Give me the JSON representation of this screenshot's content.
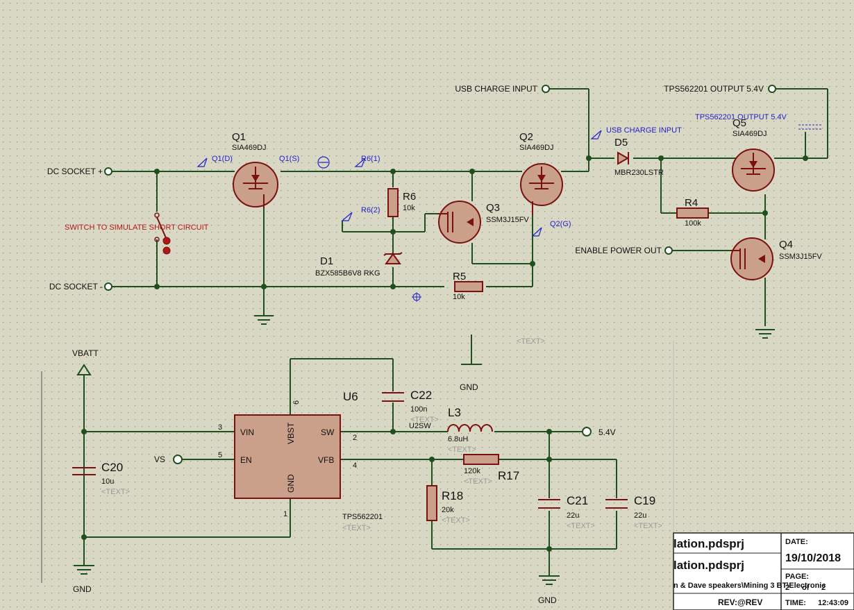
{
  "colors": {
    "background": "#d9d8c4",
    "wire": "#1f4f1f",
    "component": "#7a1010",
    "component_fill": "#caa08a",
    "probe": "#2222cc",
    "placeholder": "#9a9a9a"
  },
  "terminals": {
    "dc_socket_plus": "DC SOCKET +",
    "dc_socket_minus": "DC SOCKET -",
    "usb_charge_input": "USB CHARGE INPUT",
    "tps_output": "TPS562201 OUTPUT 5.4V",
    "enable_power_out": "ENABLE POWER OUT",
    "vbatt": "VBATT",
    "vs": "VS",
    "out_5v4": "5.4V",
    "gnd_a": "GND",
    "gnd_b": "GND",
    "gnd_c": "GND"
  },
  "probes": {
    "q1d": "Q1(D)",
    "q1s": "Q1(S)",
    "r6_1": "R6(1)",
    "r6_2": "R6(2)",
    "q2g": "Q2(G)",
    "usb": "USB CHARGE INPUT",
    "tps": "TPS562201 OUTPUT 5.4V"
  },
  "switch_label": "SWITCH TO SIMULATE SHORT CIRCUIT",
  "text_placeholder": "<TEXT>",
  "components": {
    "q1": {
      "ref": "Q1",
      "value": "SIA469DJ"
    },
    "q2": {
      "ref": "Q2",
      "value": "SIA469DJ"
    },
    "q3": {
      "ref": "Q3",
      "value": "SSM3J15FV"
    },
    "q4": {
      "ref": "Q4",
      "value": "SSM3J15FV"
    },
    "q5": {
      "ref": "Q5",
      "value": "SIA469DJ"
    },
    "d1": {
      "ref": "D1",
      "value": "BZX585B6V8 RKG"
    },
    "d5": {
      "ref": "D5",
      "value": "MBR230LSTR"
    },
    "r4": {
      "ref": "R4",
      "value": "100k"
    },
    "r5": {
      "ref": "R5",
      "value": "10k"
    },
    "r6": {
      "ref": "R6",
      "value": "10k"
    },
    "u6": {
      "ref": "U6",
      "value": "TPS562201",
      "net": "U2SW"
    },
    "c22": {
      "ref": "C22",
      "value": "100n"
    },
    "c20": {
      "ref": "C20",
      "value": "10u"
    },
    "l3": {
      "ref": "L3",
      "value": "6.8uH"
    },
    "r17": {
      "ref": "R17",
      "value": "120k"
    },
    "r18": {
      "ref": "R18",
      "value": "20k"
    },
    "c21": {
      "ref": "C21",
      "value": "22u"
    },
    "c19": {
      "ref": "C19",
      "value": "22u"
    }
  },
  "u6_pins": {
    "vin": "VIN",
    "en": "EN",
    "gnd": "GND",
    "vbst": "VBST",
    "sw": "SW",
    "vfb": "VFB",
    "n3": "3",
    "n5": "5",
    "n1": "1",
    "n6": "6",
    "n2": "2",
    "n4": "4"
  },
  "title_block": {
    "file1": "lation.pdsprj",
    "file2": "lation.pdsprj",
    "path": "n & Dave speakers\\Mining 3 BT\\Electronic",
    "rev": "REV:@REV",
    "date_label": "DATE:",
    "date": "19/10/2018",
    "page_label": "PAGE:",
    "page_num": "2",
    "page_of": "of",
    "page_total": "2",
    "time_label": "TIME:",
    "time": "12:43:09"
  }
}
